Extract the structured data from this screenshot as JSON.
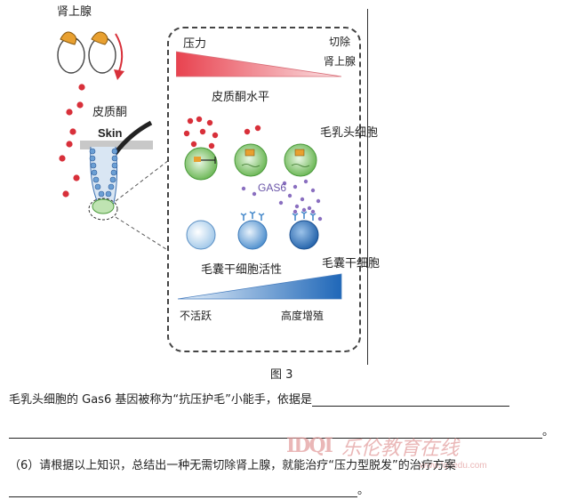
{
  "figure": {
    "adrenal_label": "肾上腺",
    "cortisol_label": "皮质酮",
    "skin_label": "Skin",
    "stress_label": "压力",
    "remove_adrenal_line1": "切除",
    "remove_adrenal_line2": "肾上腺",
    "cortisol_level_label": "皮质酮水平",
    "dermal_papilla_label": "毛乳头细胞",
    "gas6_label": "GAS6",
    "hfsc_label": "毛囊干细胞",
    "hfsc_activity_label": "毛囊干细胞活性",
    "inactive_label": "不活跃",
    "high_prolif_label": "高度增殖",
    "caption": "图 3",
    "colors": {
      "stress_red": "#e8424f",
      "activity_blue": "#1f67b8",
      "gas6_purple": "#8a6fc0",
      "cortisol_red": "#d8303a"
    }
  },
  "questions": {
    "q5_text": "毛乳头细胞的 Gas6 基因被称为“抗压护毛”小能手，依据是",
    "q5_end": "。",
    "q6_text": "（6）请根据以上知识，总结出一种无需切除肾上腺，就能治疗“压力型脱发”的治疗方案",
    "q6_end": "。"
  },
  "watermark": {
    "logo_text": "IDQI",
    "brand": "乐伦教育在线",
    "url": "www.lqdedu.com"
  }
}
